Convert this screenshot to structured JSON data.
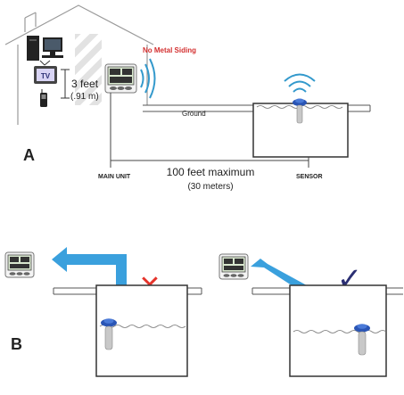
{
  "panel_a": {
    "label": "A",
    "no_metal_siding": "No Metal Siding",
    "tv_label": "TV",
    "distance_feet": "3 feet",
    "distance_meters": "(.91 m)",
    "ground_label": "Ground",
    "main_unit_label": "MAIN UNIT",
    "sensor_label": "SENSOR",
    "max_distance": "100 feet maximum",
    "max_distance_meters": "(30 meters)"
  },
  "panel_b": {
    "label": "B",
    "wrong_mark": "✕",
    "right_mark": "✓"
  },
  "colors": {
    "warning_red": "#d32f2f",
    "signal_blue": "#3399cc",
    "check_navy": "#2b2f73",
    "cross_red": "#e5332a",
    "display_green": "#d9e8cf"
  }
}
